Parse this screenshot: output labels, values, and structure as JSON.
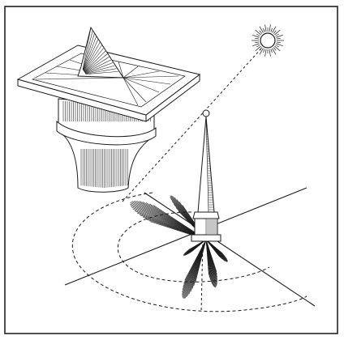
{
  "colors": {
    "background": "#ffffff",
    "ink": "#1a1a1a",
    "frame": "#222222"
  },
  "figure": {
    "icons": [
      "sun-icon",
      "sundial",
      "obelisk",
      "shadow-arcs",
      "sun-ray"
    ]
  }
}
